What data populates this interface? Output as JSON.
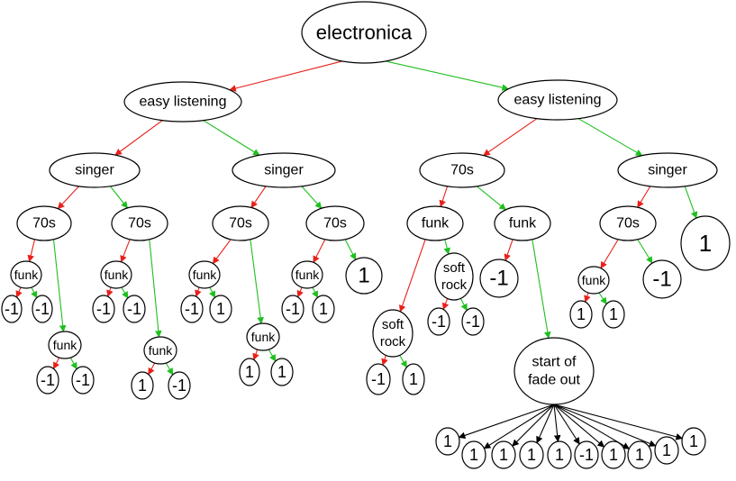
{
  "colors": {
    "left_edge": "#e8201a",
    "right_edge": "#1fbf1f",
    "multi_edge": "#000000"
  },
  "nodes": {
    "root": "electronica",
    "a": "easy listening",
    "b": "easy listening",
    "a1": "singer",
    "a2": "singer",
    "b1": "70s",
    "b2": "singer",
    "a1x": "70s",
    "a1y": "70s",
    "a2x": "70s",
    "a2y": "70s",
    "a2y_r": "1",
    "b1x": "funk",
    "b1y": "funk",
    "b2x": "70s",
    "b2_r": "1",
    "a1x_f": "funk",
    "a1x_f_l": "-1",
    "a1x_f_r": "-1",
    "a1x_g": "funk",
    "a1x_g_l": "-1",
    "a1x_g_r": "-1",
    "a1y_f": "funk",
    "a1y_f_l": "-1",
    "a1y_f_r": "-1",
    "a1y_g": "funk",
    "a1y_g_l": "1",
    "a1y_g_r": "-1",
    "a2x_f": "funk",
    "a2x_f_l": "-1",
    "a2x_f_r": "1",
    "a2x_g": "funk",
    "a2x_g_l": "1",
    "a2x_g_r": "1",
    "a2y_f": "funk",
    "a2y_f_l": "-1",
    "a2y_f_r": "1",
    "b1x_sr2": "soft\nrock",
    "b1x_sr2_l": "-1",
    "b1x_sr2_r": "1",
    "b1x_sr1": "soft\nrock",
    "b1x_sr1_l": "-1",
    "b1x_sr1_r": "-1",
    "b1y_m1": "-1",
    "b1y_fade": "start of\nfade out",
    "b2x_f": "funk",
    "b2x_f_l": "1",
    "b2x_f_r": "1",
    "b2x_m1": "-1",
    "fade_1": "1",
    "fade_2": "1",
    "fade_3": "1",
    "fade_4": "1",
    "fade_5": "1",
    "fade_6": "-1",
    "fade_7": "1",
    "fade_8": "1",
    "fade_9": "1",
    "fade_10": "1"
  }
}
